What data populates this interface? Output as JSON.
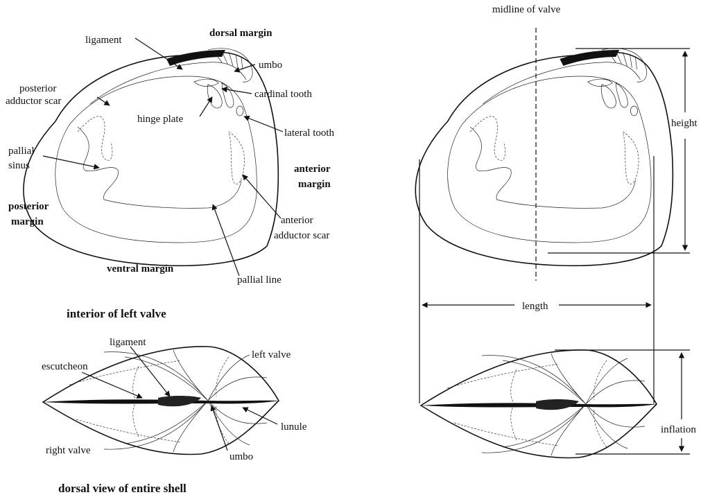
{
  "interior": {
    "ligament": "ligament",
    "dorsal_margin": "dorsal margin",
    "umbo": "umbo",
    "cardinal_tooth": "cardinal tooth",
    "posterior_adductor_scar_1": "posterior",
    "posterior_adductor_scar_2": "adductor scar",
    "hinge_plate": "hinge plate",
    "lateral_tooth": "lateral tooth",
    "pallial_sinus_1": "pallial",
    "pallial_sinus_2": "sinus",
    "anterior_margin_1": "anterior",
    "anterior_margin_2": "margin",
    "posterior_margin_1": "posterior",
    "posterior_margin_2": "margin",
    "anterior_adductor_scar_1": "anterior",
    "anterior_adductor_scar_2": "adductor scar",
    "ventral_margin": "ventral margin",
    "pallial_line": "pallial line",
    "caption": "interior of left valve"
  },
  "dorsal": {
    "ligament": "ligament",
    "escutcheon": "escutcheon",
    "left_valve": "left valve",
    "lunule": "lunule",
    "right_valve": "right valve",
    "umbo": "umbo",
    "caption": "dorsal view of entire shell"
  },
  "measurements": {
    "midline": "midline of valve",
    "height": "height",
    "length": "length",
    "inflation": "inflation"
  }
}
